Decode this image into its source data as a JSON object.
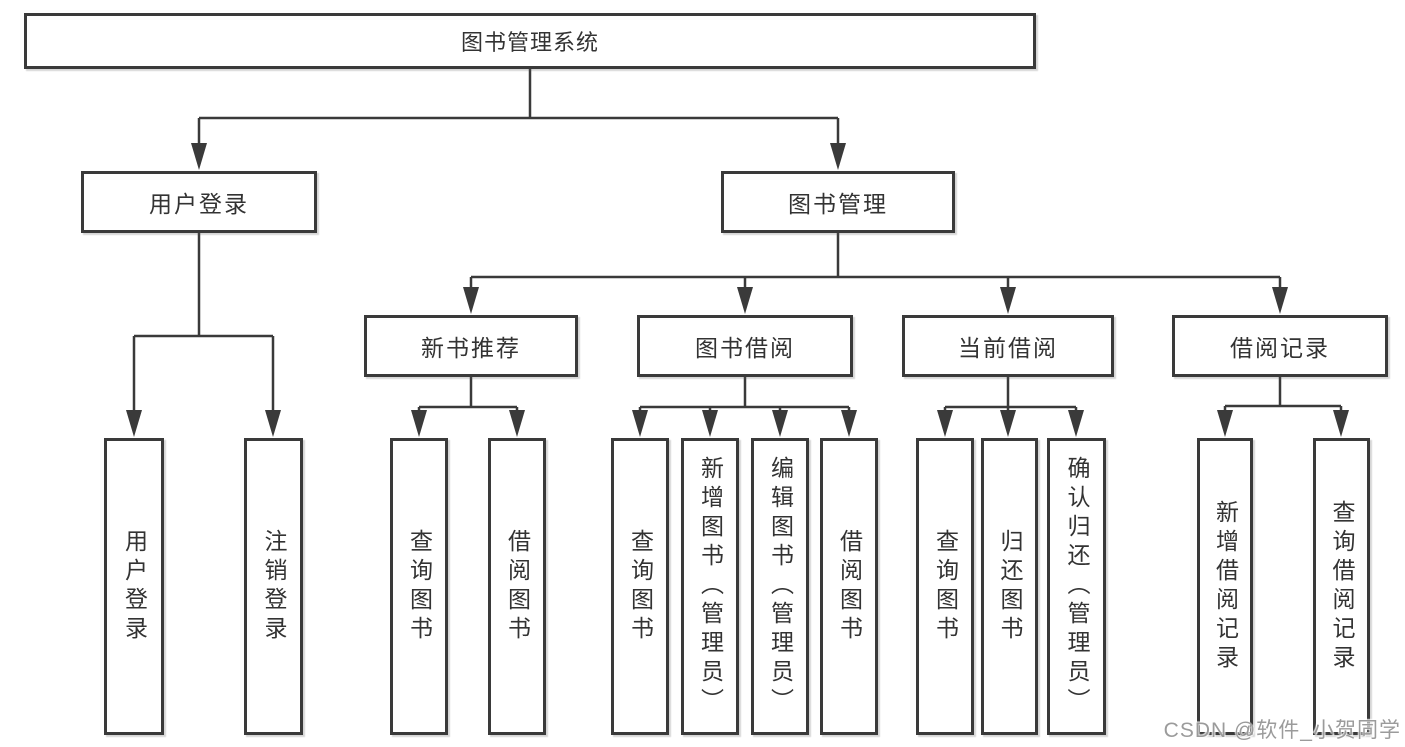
{
  "colors": {
    "line": "#3a3a3a",
    "border": "#3a3a3a",
    "text": "#333333",
    "node_fill": "#ffffff",
    "background": "#ffffff",
    "watermark": "#9b9b9b"
  },
  "watermark": {
    "text": "CSDN @软件_小贺同学"
  },
  "root": {
    "label": "图书管理系统",
    "children": [
      {
        "label": "用户登录",
        "children": [
          {
            "label": "用户登录"
          },
          {
            "label": "注销登录"
          }
        ]
      },
      {
        "label": "图书管理",
        "children": [
          {
            "label": "新书推荐",
            "children": [
              {
                "label": "查询图书"
              },
              {
                "label": "借阅图书"
              }
            ]
          },
          {
            "label": "图书借阅",
            "children": [
              {
                "label": "查询图书"
              },
              {
                "label": "新增图书（管理员）"
              },
              {
                "label": "编辑图书（管理员）"
              },
              {
                "label": "借阅图书"
              }
            ]
          },
          {
            "label": "当前借阅",
            "children": [
              {
                "label": "查询图书"
              },
              {
                "label": "归还图书"
              },
              {
                "label": "确认归还（管理员）"
              }
            ]
          },
          {
            "label": "借阅记录",
            "children": [
              {
                "label": "新增借阅记录"
              },
              {
                "label": "查询借阅记录"
              }
            ]
          }
        ]
      }
    ]
  }
}
